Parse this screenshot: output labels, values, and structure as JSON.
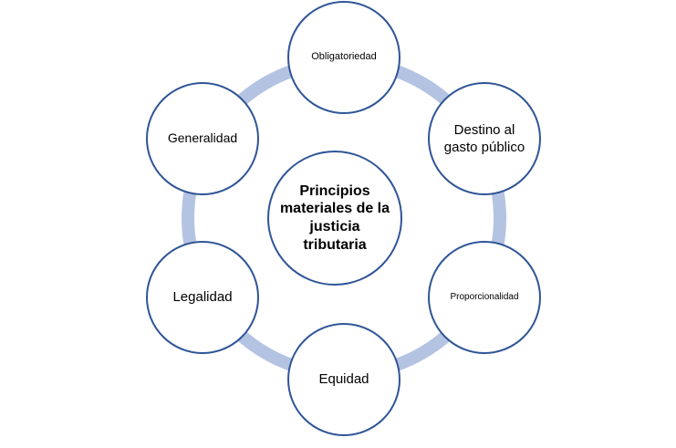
{
  "colors": {
    "ring": "#b4c3e2",
    "node_border": "#2f5597",
    "node_fill": "#ffffff",
    "text": "#000000"
  },
  "center": {
    "label": "Principios materiales de la justicia tributaria"
  },
  "nodes": {
    "obligatoriedad": "Obligatoriedad",
    "destino": "Destino al gasto público",
    "proporcionalidad": "Proporcionalidad",
    "equidad": "Equidad",
    "legalidad": "Legalidad",
    "generalidad": "Generalidad"
  }
}
